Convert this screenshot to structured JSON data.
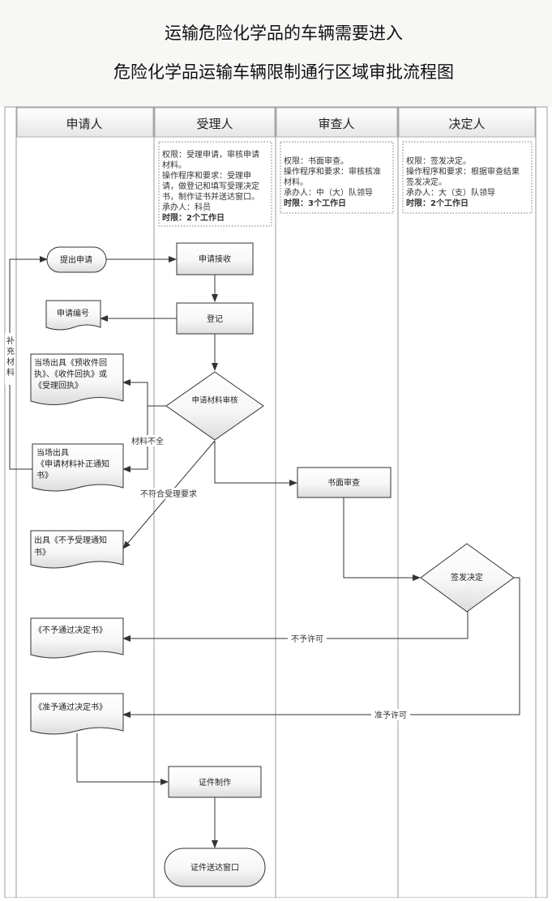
{
  "title": {
    "line1": "运输危险化学品的车辆需要进入",
    "line2": "危险化学品运输车辆限制通行区域审批流程图"
  },
  "lanes": [
    {
      "label": "申请人"
    },
    {
      "label": "受理人"
    },
    {
      "label": "审查人"
    },
    {
      "label": "决定人"
    }
  ],
  "notes": {
    "acceptor": [
      {
        "text": "权限：受理申请，审核申请",
        "bold": false
      },
      {
        "text": "材料。",
        "bold": false
      },
      {
        "text": "操作程序和要求：受理申",
        "bold": false
      },
      {
        "text": "请，做登记和填写受理决定",
        "bold": false
      },
      {
        "text": "书，制作证书并送达窗口。",
        "bold": false
      },
      {
        "text": "承办人：科员",
        "bold": false
      },
      {
        "text": "时限：2个工作日",
        "bold": true
      }
    ],
    "reviewer": [
      {
        "text": "权限：书面审查。",
        "bold": false
      },
      {
        "text": "操作程序和要求：审核核准",
        "bold": false
      },
      {
        "text": "材料。",
        "bold": false
      },
      {
        "text": "承办人：中（大）队领导",
        "bold": false
      },
      {
        "text": "时限：3个工作日",
        "bold": true
      }
    ],
    "decider": [
      {
        "text": "权限：签发决定。",
        "bold": false
      },
      {
        "text": "操作程序和要求：根据审查结果",
        "bold": false
      },
      {
        "text": "签发决定。",
        "bold": false
      },
      {
        "text": "承办人：大（支）队领导",
        "bold": false
      },
      {
        "text": "时限：2个工作日",
        "bold": true
      }
    ]
  },
  "nodes": {
    "submit": "提出申请",
    "receive": "申请接收",
    "register": "登记",
    "app_number": "申请编号",
    "review_materials": "申请材料审核",
    "receipt_doc": [
      "当场出具《预收件回",
      "执》、《收件回执》或",
      "《受理回执》"
    ],
    "supplement_doc": [
      "当场出具",
      "《申请材料补正通知",
      "书》"
    ],
    "reject_accept_doc": [
      "出具《不予受理通知",
      "书》"
    ],
    "written_review": "书面审查",
    "issue_decision": "签发决定",
    "not_permit_doc": "《不予通过决定书》",
    "permit_doc": "《准予通过决定书》",
    "make_cert": "证件制作",
    "deliver": "证件送达窗口"
  },
  "labels": {
    "supplement": [
      "补",
      "充",
      "材",
      "料"
    ],
    "incomplete": "材料不全",
    "not_meet": "不符合受理要求",
    "not_permitted": "不予许可",
    "permitted": "准予许可"
  }
}
